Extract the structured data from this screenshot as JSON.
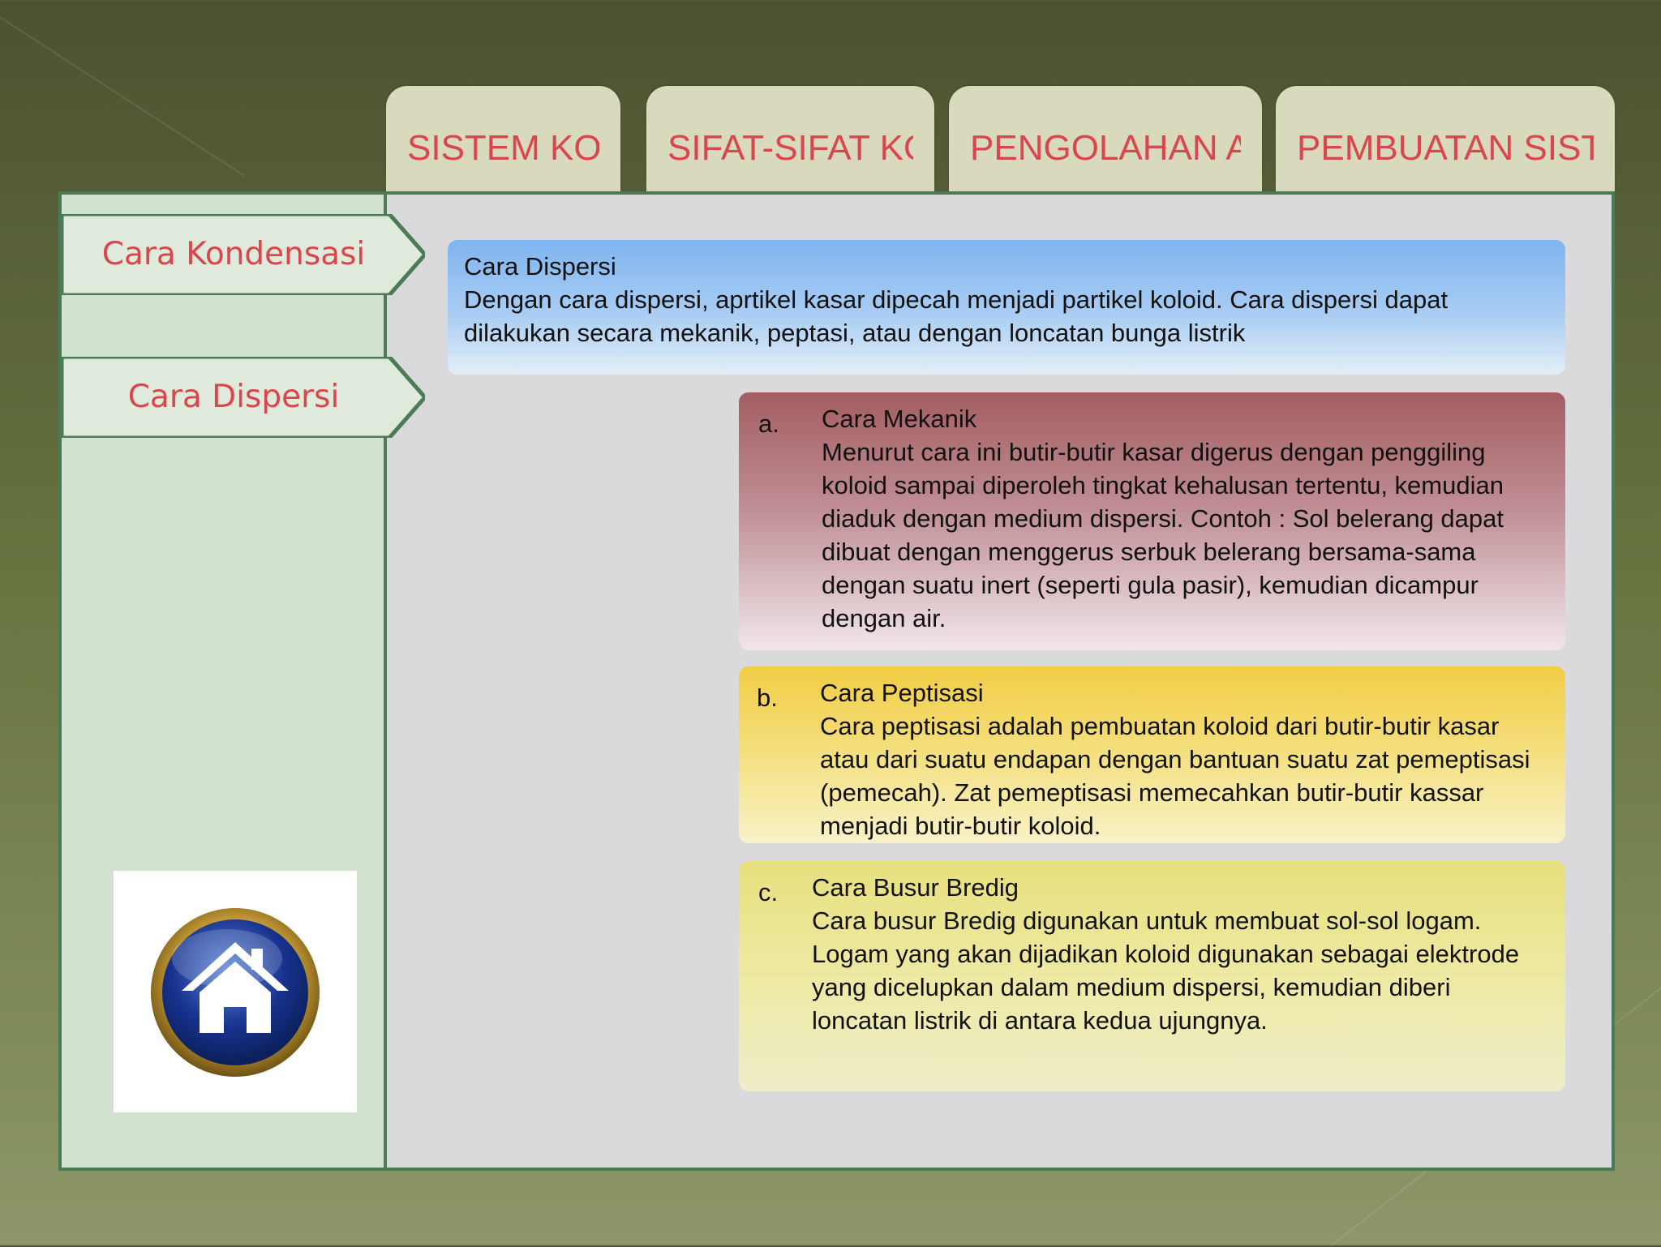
{
  "tabs": [
    {
      "label": "SISTEM KOLOID"
    },
    {
      "label": "SIFAT-SIFAT KOLOID"
    },
    {
      "label": "PENGOLAHAN AIR"
    },
    {
      "label": "PEMBUATAN SISTEM KOLOID"
    }
  ],
  "sidebar": {
    "items": [
      {
        "label": "Cara Kondensasi"
      },
      {
        "label": "Cara Dispersi"
      }
    ],
    "home_icon": "home-icon"
  },
  "main": {
    "title": "Cara Dispersi",
    "text": "Dengan cara dispersi, aprtikel kasar dipecah menjadi partikel koloid. Cara dispersi dapat dilakukan secara mekanik, peptasi, atau dengan loncatan bunga listrik",
    "sections": [
      {
        "letter": "a.",
        "title": "Cara Mekanik",
        "text": "Menurut cara ini butir-butir kasar digerus dengan penggiling koloid sampai diperoleh tingkat kehalusan tertentu, kemudian diaduk dengan medium dispersi. Contoh : Sol belerang dapat dibuat dengan menggerus serbuk belerang bersama-sama dengan suatu inert (seperti gula pasir), kemudian dicampur dengan air."
      },
      {
        "letter": "b.",
        "title": "Cara Peptisasi",
        "text": "Cara peptisasi adalah pembuatan koloid dari butir-butir kasar atau dari suatu endapan dengan bantuan suatu zat pemeptisasi (pemecah). Zat pemeptisasi memecahkan butir-butir kassar menjadi butir-butir koloid."
      },
      {
        "letter": "c.",
        "title": "Cara Busur Bredig",
        "text": "Cara busur Bredig digunakan untuk membuat sol-sol logam. Logam yang akan dijadikan koloid digunakan sebagai elektrode yang dicelupkan dalam medium dispersi, kemudian diberi loncatan listrik di antara kedua ujungnya."
      }
    ]
  },
  "colors": {
    "background": "#5a6338",
    "tab": "#d8d9bd",
    "accent_text": "#d9474c",
    "frame_border": "#4c7a55",
    "sidebar": "#d3e1d1",
    "content": "#dad9dc"
  }
}
